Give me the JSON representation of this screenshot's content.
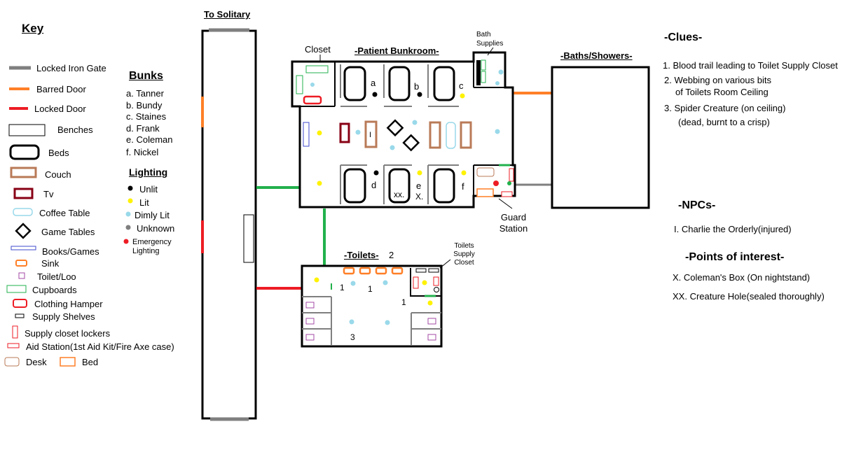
{
  "key": {
    "title": "Key",
    "items": [
      {
        "label": "Locked Iron Gate",
        "icon": "locked-iron-gate-icon"
      },
      {
        "label": "Barred Door",
        "icon": "barred-door-icon"
      },
      {
        "label": "Locked Door",
        "icon": "locked-door-icon"
      },
      {
        "label": "Benches",
        "icon": "bench-icon"
      },
      {
        "label": "Beds",
        "icon": "bed-icon"
      },
      {
        "label": "Couch",
        "icon": "couch-icon"
      },
      {
        "label": "Tv",
        "icon": "tv-icon"
      },
      {
        "label": "Coffee Table",
        "icon": "coffee-table-icon"
      },
      {
        "label": "Game Tables",
        "icon": "game-table-icon"
      },
      {
        "label": "Books/Games",
        "icon": "books-games-icon"
      },
      {
        "label": "Sink",
        "icon": "sink-icon"
      },
      {
        "label": "Toilet/Loo",
        "icon": "toilet-icon"
      },
      {
        "label": "Cupboards",
        "icon": "cupboard-icon"
      },
      {
        "label": "Clothing Hamper",
        "icon": "clothing-hamper-icon"
      },
      {
        "label": "Supply Shelves",
        "icon": "supply-shelf-icon"
      },
      {
        "label": "Supply closet lockers",
        "icon": "locker-icon"
      },
      {
        "label": "Aid Station(1st Aid Kit/Fire Axe case)",
        "icon": "aid-station-icon"
      },
      {
        "label": "Desk",
        "icon": "desk-icon"
      },
      {
        "label": "Bed",
        "icon": "bed-small-icon"
      }
    ],
    "colors": {
      "gate": "#7f7f7f",
      "barred": "#ff7f27",
      "locked": "#ed1c24",
      "green": "#22b14c",
      "couch": "#b97a57",
      "tv": "#880015",
      "coffee": "#99d9ea",
      "books": "#3f48cc",
      "lit": "#fff200",
      "dim": "#99d9ea",
      "unknown": "#7f7f7f",
      "emergency": "#ed1c24"
    }
  },
  "bunks": {
    "title": "Bunks",
    "items": [
      "a. Tanner",
      "b. Bundy",
      "c. Staines",
      "d. Frank",
      "e. Coleman",
      "f. Nickel"
    ]
  },
  "lighting": {
    "title": "Lighting",
    "items": [
      {
        "label": "Unlit",
        "color": "#000000"
      },
      {
        "label": "Lit",
        "color": "#fff200"
      },
      {
        "label": "Dimly Lit",
        "color": "#99d9ea"
      },
      {
        "label": "Unknown",
        "color": "#7f7f7f"
      },
      {
        "label": "Emergency Lighting",
        "color": "#ed1c24"
      }
    ]
  },
  "map": {
    "to_solitary": "To Solitary",
    "closet": "Closet",
    "patient_bunkroom": "-Patient Bunkroom-",
    "bath_supplies": "Bath Supplies",
    "baths_showers": "-Baths/Showers-",
    "guard_station": "Guard Station",
    "toilets": "-Toilets-",
    "toilets_number": "2",
    "toilets_supply_closet": "Toilets Supply Closet",
    "bunk_letters": [
      "a",
      "b",
      "c",
      "d",
      "e",
      "f"
    ],
    "marker_x": "X.",
    "marker_xx": "xx.",
    "couch_number": "I",
    "toilet_numbers": [
      "1",
      "1",
      "1",
      "3"
    ]
  },
  "clues": {
    "title": "-Clues-",
    "items": [
      "1. Blood trail leading to Toilet Supply Closet",
      "2. Webbing on various bits",
      "of Toilets Room Ceiling",
      "3. Spider Creature (on ceiling)",
      "(dead, burnt to a crisp)"
    ]
  },
  "npcs": {
    "title": "-NPCs-",
    "items": [
      "I. Charlie the Orderly(injured)"
    ]
  },
  "poi": {
    "title": "-Points of interest-",
    "items": [
      "X. Coleman's Box (On nightstand)",
      "XX. Creature Hole(sealed thoroughly)"
    ]
  }
}
